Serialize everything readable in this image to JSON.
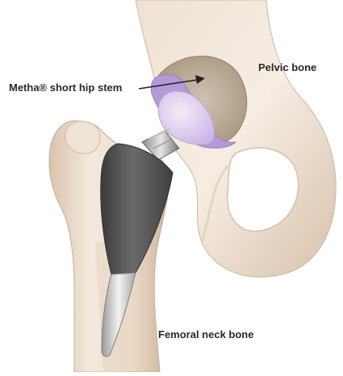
{
  "labels": {
    "implant": "Metha® short hip stem",
    "pelvis": "Pelvic bone",
    "femur": "Femoral neck bone"
  },
  "colors": {
    "bone_light": "#f3e8dc",
    "bone_mid": "#e2cdb8",
    "bone_shadow": "#c9b099",
    "stem_metal": "#4e4e4e",
    "cup_purple": "#b59ad8",
    "liner_lavender": "#e3d6f1",
    "text": "#2a2a2a"
  }
}
